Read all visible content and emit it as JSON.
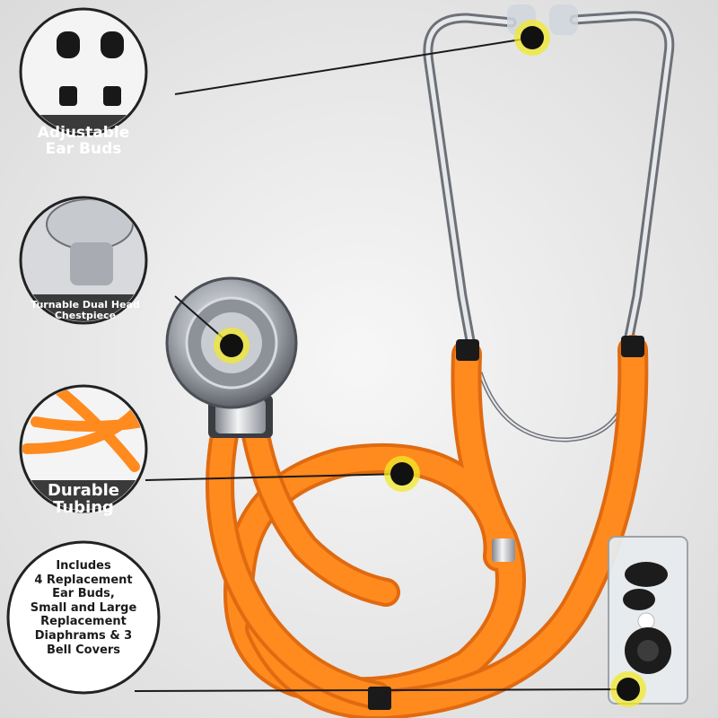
{
  "image": {
    "subject": "orange-sprague-stethoscope",
    "colors": {
      "background": "#ececec",
      "tubing": "#ff8a1e",
      "tubing_shadow": "#e06a10",
      "metal": "#b9bcc2",
      "callout_border": "#222222",
      "label_band": "#3a3a3a",
      "marker_fill": "#111111",
      "marker_ring": "#f2ea2a"
    }
  },
  "callouts": [
    {
      "id": "ear-buds",
      "lines": [
        "Adjustable",
        "Ear Buds"
      ]
    },
    {
      "id": "chestpiece",
      "lines": [
        "Turnable Dual Head",
        "Chestpiece"
      ]
    },
    {
      "id": "tubing",
      "lines": [
        "Durable",
        "Tubing"
      ]
    },
    {
      "id": "accessories",
      "lines": [
        "Includes",
        "4 Replacement",
        "Ear Buds,",
        "Small and Large",
        "Replacement",
        "Diaphrams & 3",
        "Bell Covers"
      ]
    }
  ]
}
